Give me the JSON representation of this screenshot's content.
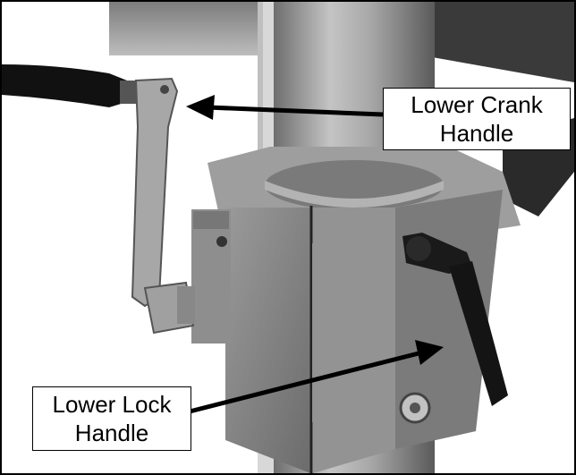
{
  "callouts": {
    "crank": {
      "line1": "Lower Crank",
      "line2": "Handle"
    },
    "lock": {
      "line1": "Lower Lock",
      "line2": "Handle"
    }
  },
  "colors": {
    "casting": "#8a8a8a",
    "column": "#9c9c9c",
    "handle": "#111111",
    "background": "#ffffff"
  }
}
